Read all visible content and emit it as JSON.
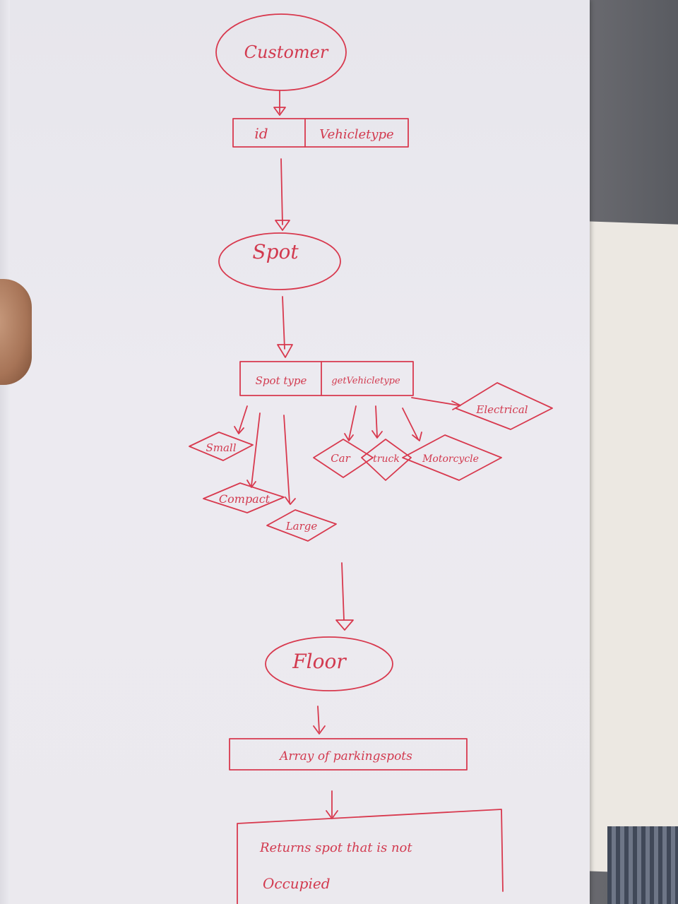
{
  "diagram": {
    "customer": "Customer",
    "customer_fields": [
      "id",
      "Vehicletype"
    ],
    "spot": "Spot",
    "spot_fields": [
      "Spot type",
      "getVehicletype"
    ],
    "spot_types": [
      "Small",
      "Compact",
      "Large"
    ],
    "vehicle_types": [
      "Car",
      "truck",
      "Motorcycle"
    ],
    "electrical": "Electrical",
    "floor": "Floor",
    "floor_field": "Array of parkingspots",
    "returns_line1": "Returns spot that is not",
    "returns_line2": "Occupied"
  },
  "colors": {
    "ink": "#d8394e",
    "paper": "#ebe9ee"
  }
}
